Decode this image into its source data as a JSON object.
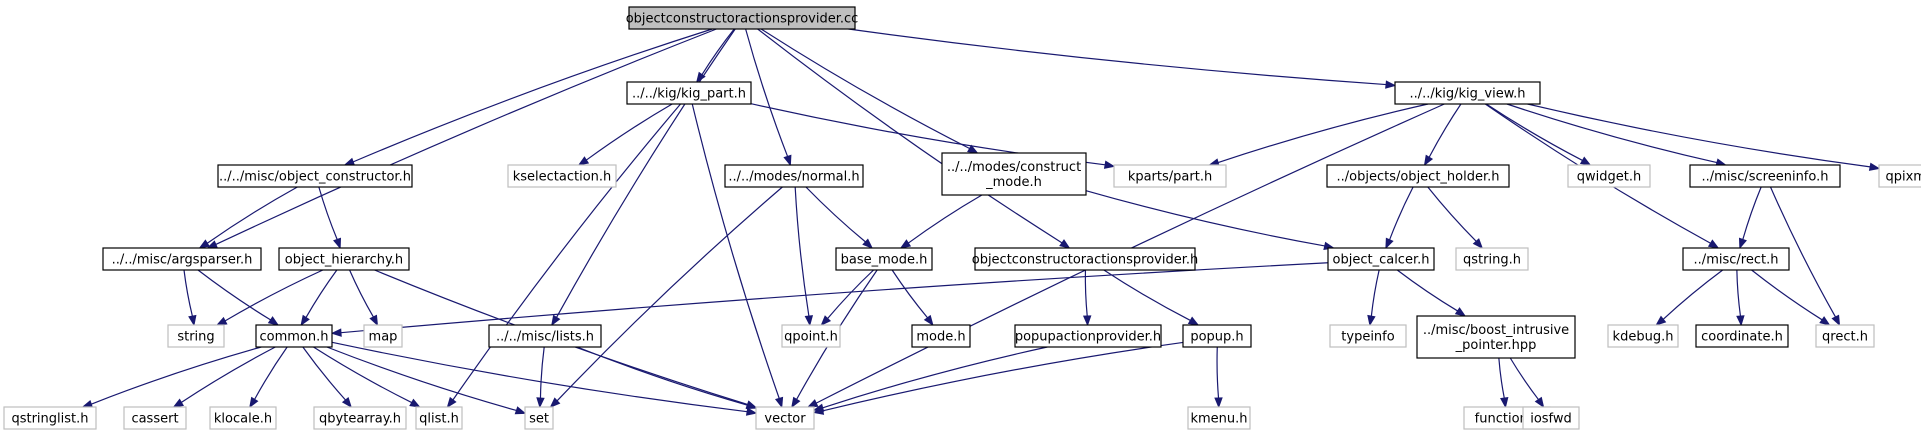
{
  "title": "objectconstructoractionsprovider.cc",
  "colors": {
    "edge": "#191970",
    "node_border": "#000000",
    "external_border": "#bfbfbf",
    "root_fill": "#bfbfbf",
    "background": "#ffffff"
  },
  "nodes": [
    {
      "id": "root",
      "label": "objectconstructoractionsprovider.cc",
      "kind": "root"
    },
    {
      "id": "kig_part",
      "label": "../../kig/kig_part.h",
      "kind": "local"
    },
    {
      "id": "kig_view",
      "label": "../../kig/kig_view.h",
      "kind": "local"
    },
    {
      "id": "object_constructor",
      "label": "../../misc/object_constructor.h",
      "kind": "local"
    },
    {
      "id": "kselectaction",
      "label": "kselectaction.h",
      "kind": "external"
    },
    {
      "id": "modes_normal",
      "label": "../../modes/normal.h",
      "kind": "local"
    },
    {
      "id": "construct_mode",
      "label": "../../modes/construct\n_mode.h",
      "kind": "local"
    },
    {
      "id": "kparts_part",
      "label": "kparts/part.h",
      "kind": "external"
    },
    {
      "id": "object_holder",
      "label": "../objects/object_holder.h",
      "kind": "local"
    },
    {
      "id": "qwidget",
      "label": "qwidget.h",
      "kind": "external"
    },
    {
      "id": "screeninfo",
      "label": "../misc/screeninfo.h",
      "kind": "local"
    },
    {
      "id": "qpixmap",
      "label": "qpixmap.h",
      "kind": "external"
    },
    {
      "id": "argsparser",
      "label": "../../misc/argsparser.h",
      "kind": "local"
    },
    {
      "id": "object_hierarchy",
      "label": "object_hierarchy.h",
      "kind": "local"
    },
    {
      "id": "base_mode",
      "label": "base_mode.h",
      "kind": "local"
    },
    {
      "id": "ocap_h",
      "label": "objectconstructoractionsprovider.h",
      "kind": "local"
    },
    {
      "id": "object_calcer",
      "label": "object_calcer.h",
      "kind": "local"
    },
    {
      "id": "qstring",
      "label": "qstring.h",
      "kind": "external"
    },
    {
      "id": "misc_rect",
      "label": "../misc/rect.h",
      "kind": "local"
    },
    {
      "id": "string",
      "label": "string",
      "kind": "external"
    },
    {
      "id": "common",
      "label": "common.h",
      "kind": "local"
    },
    {
      "id": "map",
      "label": "map",
      "kind": "external"
    },
    {
      "id": "misc_lists",
      "label": "../../misc/lists.h",
      "kind": "local"
    },
    {
      "id": "qpoint",
      "label": "qpoint.h",
      "kind": "external"
    },
    {
      "id": "mode",
      "label": "mode.h",
      "kind": "local"
    },
    {
      "id": "popupactionprovider",
      "label": "popupactionprovider.h",
      "kind": "local"
    },
    {
      "id": "popup",
      "label": "popup.h",
      "kind": "local"
    },
    {
      "id": "typeinfo",
      "label": "typeinfo",
      "kind": "external"
    },
    {
      "id": "boost_ptr",
      "label": "../misc/boost_intrusive\n_pointer.hpp",
      "kind": "local"
    },
    {
      "id": "kdebug",
      "label": "kdebug.h",
      "kind": "external"
    },
    {
      "id": "coordinate",
      "label": "coordinate.h",
      "kind": "local"
    },
    {
      "id": "qrect",
      "label": "qrect.h",
      "kind": "external"
    },
    {
      "id": "qstringlist",
      "label": "qstringlist.h",
      "kind": "external"
    },
    {
      "id": "cassert",
      "label": "cassert",
      "kind": "external"
    },
    {
      "id": "klocale",
      "label": "klocale.h",
      "kind": "external"
    },
    {
      "id": "qbytearray",
      "label": "qbytearray.h",
      "kind": "external"
    },
    {
      "id": "qlist",
      "label": "qlist.h",
      "kind": "external"
    },
    {
      "id": "set",
      "label": "set",
      "kind": "external"
    },
    {
      "id": "vector",
      "label": "vector",
      "kind": "external"
    },
    {
      "id": "kmenu",
      "label": "kmenu.h",
      "kind": "external"
    },
    {
      "id": "functional",
      "label": "functional",
      "kind": "external"
    },
    {
      "id": "iosfwd",
      "label": "iosfwd",
      "kind": "external"
    }
  ],
  "edges": [
    [
      "root",
      "argsparser"
    ],
    [
      "root",
      "object_constructor"
    ],
    [
      "root",
      "misc_lists"
    ],
    [
      "root",
      "kig_part"
    ],
    [
      "root",
      "modes_normal"
    ],
    [
      "root",
      "ocap_h"
    ],
    [
      "root",
      "construct_mode"
    ],
    [
      "root",
      "kig_view"
    ],
    [
      "kig_part",
      "qlist"
    ],
    [
      "kig_part",
      "kselectaction"
    ],
    [
      "kig_part",
      "vector"
    ],
    [
      "kig_part",
      "kparts_part"
    ],
    [
      "kig_view",
      "kparts_part"
    ],
    [
      "kig_view",
      "vector"
    ],
    [
      "kig_view",
      "object_holder"
    ],
    [
      "kig_view",
      "qwidget"
    ],
    [
      "kig_view",
      "screeninfo"
    ],
    [
      "kig_view",
      "qpixmap"
    ],
    [
      "kig_view",
      "misc_rect"
    ],
    [
      "object_constructor",
      "argsparser"
    ],
    [
      "object_constructor",
      "object_hierarchy"
    ],
    [
      "modes_normal",
      "base_mode"
    ],
    [
      "modes_normal",
      "qpoint"
    ],
    [
      "modes_normal",
      "set"
    ],
    [
      "construct_mode",
      "base_mode"
    ],
    [
      "construct_mode",
      "object_calcer"
    ],
    [
      "object_holder",
      "object_calcer"
    ],
    [
      "object_holder",
      "qstring"
    ],
    [
      "screeninfo",
      "misc_rect"
    ],
    [
      "screeninfo",
      "qrect"
    ],
    [
      "argsparser",
      "string"
    ],
    [
      "argsparser",
      "common"
    ],
    [
      "object_hierarchy",
      "string"
    ],
    [
      "object_hierarchy",
      "common"
    ],
    [
      "object_hierarchy",
      "map"
    ],
    [
      "object_hierarchy",
      "vector"
    ],
    [
      "base_mode",
      "qpoint"
    ],
    [
      "base_mode",
      "mode"
    ],
    [
      "base_mode",
      "vector"
    ],
    [
      "ocap_h",
      "popupactionprovider"
    ],
    [
      "ocap_h",
      "popup"
    ],
    [
      "object_calcer",
      "common"
    ],
    [
      "object_calcer",
      "typeinfo"
    ],
    [
      "object_calcer",
      "boost_ptr"
    ],
    [
      "misc_rect",
      "kdebug"
    ],
    [
      "misc_rect",
      "coordinate"
    ],
    [
      "misc_rect",
      "qrect"
    ],
    [
      "common",
      "qstringlist"
    ],
    [
      "common",
      "cassert"
    ],
    [
      "common",
      "klocale"
    ],
    [
      "common",
      "qbytearray"
    ],
    [
      "common",
      "qlist"
    ],
    [
      "common",
      "set"
    ],
    [
      "common",
      "vector"
    ],
    [
      "misc_lists",
      "set"
    ],
    [
      "misc_lists",
      "vector"
    ],
    [
      "popupactionprovider",
      "vector"
    ],
    [
      "popup",
      "vector"
    ],
    [
      "popup",
      "kmenu"
    ],
    [
      "boost_ptr",
      "functional"
    ],
    [
      "boost_ptr",
      "iosfwd"
    ]
  ]
}
